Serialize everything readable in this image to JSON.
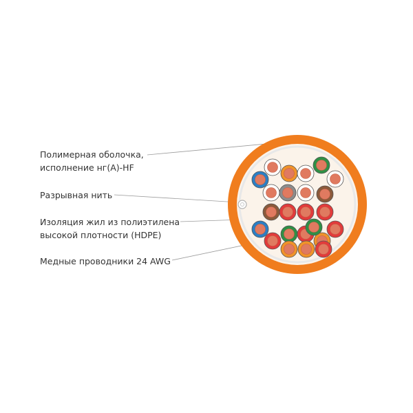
{
  "callouts": {
    "jacket": {
      "line1": "Полимерная оболочка,",
      "line2": "исполнение нг(А)-HF"
    },
    "thread": {
      "line1": "Разрывная нить"
    },
    "insulation": {
      "line1": "Изоляция жил из полиэтилена",
      "line2": "высокой плотности (HDPE)"
    },
    "copper": {
      "line1": "Медные проводники 24 AWG"
    }
  },
  "colors": {
    "jacket": "#f07d1e",
    "inner_fill": "#fbf3ea",
    "foil": "#e8e8e8",
    "copper": "#e07a60",
    "leader": "#9a9a9a",
    "pair_colors": [
      "#2b7fc4",
      "#f0932a",
      "#2f8f46",
      "#8a5a3b",
      "#8c8c8c",
      "#e23b3b"
    ]
  },
  "wires": [
    {
      "color": "#2b7fc4"
    },
    {
      "color": "#ffffff"
    },
    {
      "color": "#f0932a"
    },
    {
      "color": "#ffffff"
    },
    {
      "color": "#2f8f46"
    },
    {
      "color": "#ffffff"
    },
    {
      "color": "#ffffff"
    },
    {
      "color": "#8c8c8c"
    },
    {
      "color": "#ffffff"
    },
    {
      "color": "#8a5a3b"
    },
    {
      "color": "#8a5a3b"
    },
    {
      "color": "#e23b3b"
    },
    {
      "color": "#e23b3b"
    },
    {
      "color": "#e23b3b"
    },
    {
      "color": "#2b7fc4"
    },
    {
      "color": "#e23b3b"
    },
    {
      "color": "#2f8f46"
    },
    {
      "color": "#e23b3b"
    },
    {
      "color": "#f0932a"
    },
    {
      "color": "#e23b3b"
    },
    {
      "color": "#f0932a"
    },
    {
      "color": "#f0932a"
    },
    {
      "color": "#e23b3b"
    },
    {
      "color": "#2f8f46"
    }
  ]
}
